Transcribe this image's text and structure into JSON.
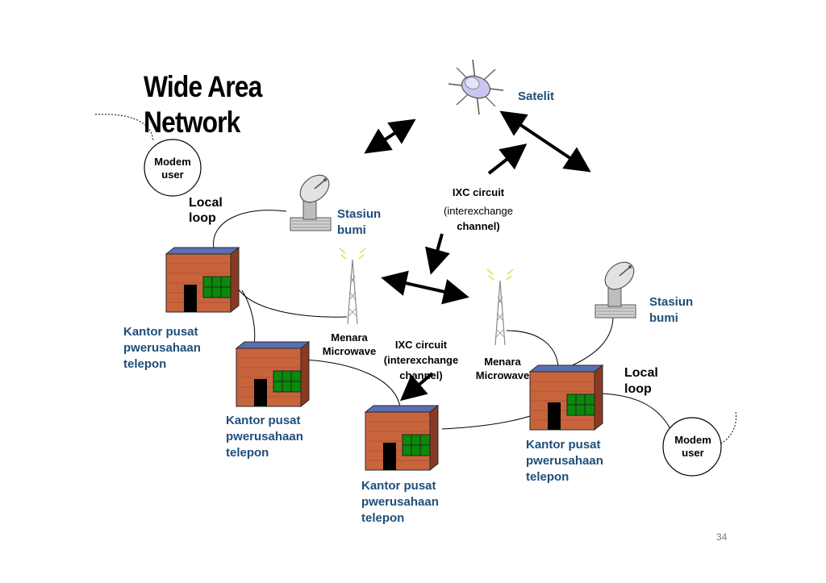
{
  "title_line1": "Wide Area",
  "title_line2": "Network",
  "page_number": "34",
  "labels": {
    "satelit": "Satelit",
    "stasiun_left_1": "Stasiun",
    "stasiun_left_2": "bumi",
    "stasiun_right_1": "Stasiun",
    "stasiun_right_2": "bumi",
    "ixc_top_1": "IXC circuit",
    "ixc_top_2": "(interexchange",
    "ixc_top_3": "channel)",
    "ixc_mid_1": "IXC circuit",
    "ixc_mid_2": "(interexchange",
    "ixc_mid_3": "channel)",
    "menara_left_1": "Menara",
    "menara_left_2": "Microwave",
    "menara_right_1": "Menara",
    "menara_right_2": "Microwave",
    "local_loop_left_1": "Local",
    "local_loop_left_2": "loop",
    "local_loop_right_1": "Local",
    "local_loop_right_2": "loop",
    "modem_left_1": "Modem",
    "modem_left_2": "user",
    "modem_right_1": "Modem",
    "modem_right_2": "user",
    "kantor_1_l1": "Kantor pusat",
    "kantor_1_l2": "pwerusahaan",
    "kantor_1_l3": "telepon",
    "kantor_2_l1": "Kantor pusat",
    "kantor_2_l2": "pwerusahaan",
    "kantor_2_l3": "telepon",
    "kantor_3_l1": "Kantor pusat",
    "kantor_3_l2": "pwerusahaan",
    "kantor_3_l3": "telepon",
    "kantor_4_l1": "Kantor pusat",
    "kantor_4_l2": "pwerusahaan",
    "kantor_4_l3": "telepon"
  },
  "colors": {
    "label_blue": "#1f4e79",
    "building_wall": "#c8643c",
    "building_roof": "#5a6fb0",
    "window_green": "#0a8a0a"
  }
}
